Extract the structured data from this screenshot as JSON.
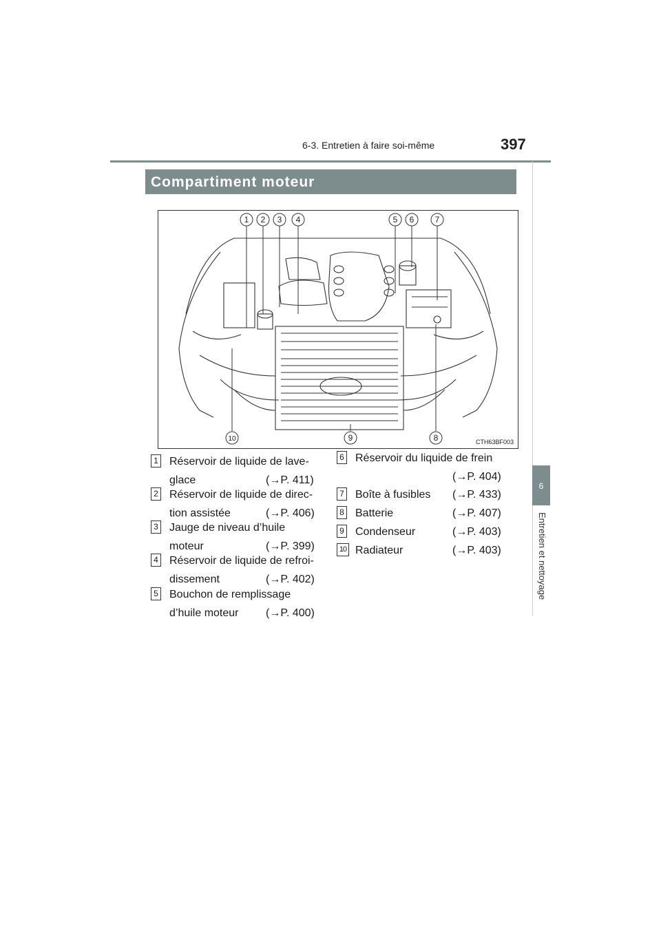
{
  "header": {
    "section": "6-3. Entretien à faire soi-même",
    "page_number": "397"
  },
  "side_tab": {
    "number": "6",
    "label": "Entretien et nettoyage"
  },
  "section_title": "Compartiment moteur",
  "figure": {
    "code": "CTH63BF003",
    "callouts": [
      "1",
      "2",
      "3",
      "4",
      "5",
      "6",
      "7",
      "8",
      "9",
      "10"
    ]
  },
  "items": [
    {
      "num": "1",
      "line1": "Réservoir  de  liquide  de  lave-",
      "line2": "glace",
      "ref": "(→P. 411)"
    },
    {
      "num": "2",
      "line1": "Réservoir  de  liquide  de  direc-",
      "line2": "tion assistée",
      "ref": "(→P. 406)"
    },
    {
      "num": "3",
      "line1": "Jauge    de    niveau    d’huile",
      "line2": "moteur",
      "ref": "(→P. 399)"
    },
    {
      "num": "4",
      "line1": "Réservoir  de  liquide  de  refroi-",
      "line2": "dissement",
      "ref": "(→P. 402)"
    },
    {
      "num": "5",
      "line1": "Bouchon     de     remplissage",
      "line2": "d’huile moteur",
      "ref": "(→P. 400)"
    },
    {
      "num": "6",
      "line1": "Réservoir du liquide de frein",
      "line2": "",
      "ref": "(→P. 404)"
    },
    {
      "num": "7",
      "line1": "Boîte à fusibles",
      "line2": "",
      "ref": "(→P. 433)"
    },
    {
      "num": "8",
      "line1": "Batterie",
      "line2": "",
      "ref": "(→P. 407)"
    },
    {
      "num": "9",
      "line1": "Condenseur",
      "line2": "",
      "ref": "(→P. 403)"
    },
    {
      "num": "10",
      "line1": "Radiateur",
      "line2": "",
      "ref": "(→P. 403)"
    }
  ]
}
